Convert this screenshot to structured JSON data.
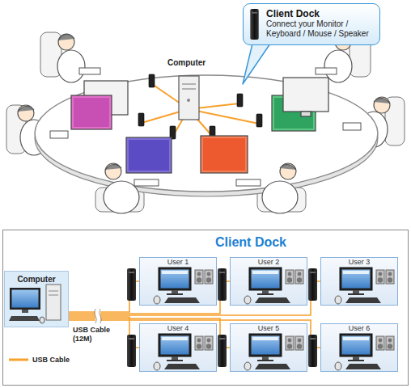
{
  "diagram": {
    "title": "Client Dock",
    "nodes": [
      {
        "text": [
          "Client Dock",
          "Connect your Monitor / Keyboard / Mouse / Speaker"
        ]
      },
      {
        "text": [
          "Computer"
        ]
      },
      {
        "text": [
          "User 1"
        ]
      },
      {
        "text": [
          "User 2"
        ]
      },
      {
        "text": [
          "User 3"
        ]
      },
      {
        "text": [
          "User 4"
        ]
      },
      {
        "text": [
          "User 5"
        ]
      },
      {
        "text": [
          "User 6"
        ]
      }
    ],
    "edges": [
      {
        "from": 1,
        "to": 2,
        "arrow": "none"
      },
      {
        "from": 1,
        "to": 3,
        "arrow": "none"
      },
      {
        "from": 1,
        "to": 4,
        "arrow": "none"
      },
      {
        "from": 1,
        "to": 5,
        "arrow": "none"
      },
      {
        "from": 1,
        "to": 6,
        "arrow": "none"
      },
      {
        "from": 1,
        "to": 7,
        "arrow": "none"
      }
    ],
    "labels": [
      "Computer",
      "USB Cable (12M)"
    ],
    "legend": [
      {
        "text": "USB Cable"
      }
    ]
  }
}
